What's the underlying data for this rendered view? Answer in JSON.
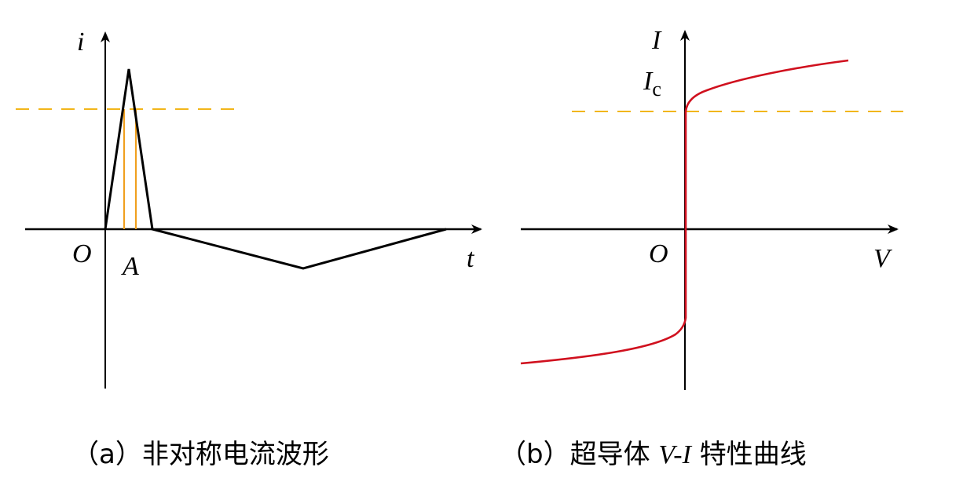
{
  "colors": {
    "axis": "#000000",
    "waveform": "#000000",
    "threshold_dashed": "#f2b61a",
    "marker_lines": "#f0a020",
    "vi_curve": "#d0101e"
  },
  "panel_a": {
    "y_axis_label": "i",
    "x_axis_label": "t",
    "origin_label": "O",
    "point_label": "A",
    "caption_prefix": "（a）",
    "caption_text": "非对称电流波形"
  },
  "panel_b": {
    "y_axis_label": "I",
    "critical_label_main": "I",
    "critical_label_sub": "c",
    "x_axis_label": "V",
    "origin_label": "O",
    "caption_prefix": "（b）",
    "caption_text_1": "超导体 ",
    "caption_italic": "V-I",
    "caption_text_2": " 特性曲线"
  },
  "chart_data": [
    {
      "type": "line",
      "title": "（a）非对称电流波形",
      "xlabel": "t",
      "ylabel": "i",
      "description": "Asymmetric current waveform: short tall positive triangular pulse followed by a long shallow negative triangle; dashed threshold line crosses the positive pulse, vertical markers at crossing points near A",
      "x": [
        0,
        0.5,
        1.0,
        4.4,
        7.6
      ],
      "y": [
        0,
        1.0,
        0,
        -0.24,
        0
      ],
      "threshold": 0.75,
      "annotations": [
        "O",
        "A"
      ]
    },
    {
      "type": "line",
      "title": "（b）超导体 V-I 特性曲线",
      "xlabel": "V",
      "ylabel": "I",
      "description": "Superconductor V-I characteristic: vertical line at V=0 between -Ic and +Ic, then current rises slowly with voltage beyond Ic (symmetric)",
      "x": [
        -1.0,
        -0.6,
        -0.2,
        -0.05,
        0,
        0,
        0.05,
        0.2,
        0.6,
        1.0
      ],
      "y": [
        -1.12,
        -1.06,
        -0.98,
        -0.9,
        -0.8,
        1.0,
        1.1,
        1.18,
        1.3,
        1.42
      ],
      "threshold_label": "Ic",
      "threshold": 1.0,
      "annotations": [
        "O",
        "Ic"
      ]
    }
  ]
}
